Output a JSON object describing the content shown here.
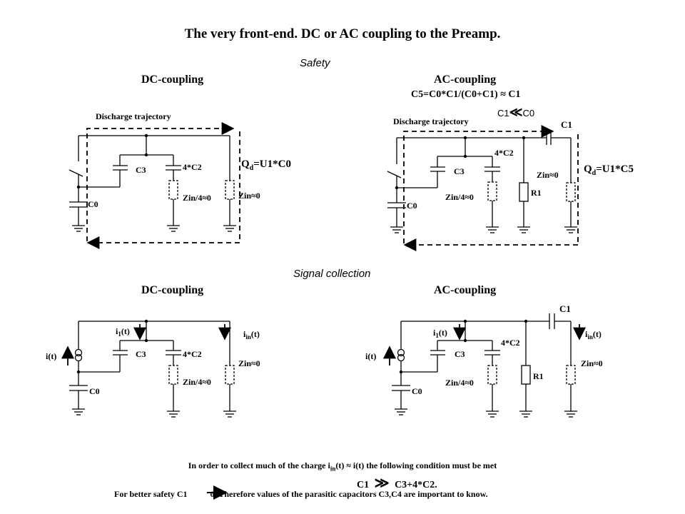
{
  "title": "The very front-end. DC or AC coupling to the Preamp.",
  "sections": {
    "safety": "Safety",
    "signal": "Signal collection"
  },
  "headers": {
    "dc_top": "DC-coupling",
    "ac_top": "AC-coupling",
    "dc_bottom": "DC-coupling",
    "ac_bottom": "AC-coupling"
  },
  "ac_formula": "C5=C0*C1/(C0+C1) ≈ C1",
  "ac_condition": {
    "left": "C1",
    "sym": "≪",
    "right": "C0"
  },
  "discharge_label": "Discharge trajectory",
  "qd": {
    "q": "Q",
    "sub": "d",
    "dc_rest": "=U1*C0",
    "ac_rest": "=U1*C5"
  },
  "labels": {
    "c0": "C0",
    "c1": "C1",
    "c3": "C3",
    "c4": "4*C2",
    "r1": "R1",
    "zin4": "Zin/4≈0",
    "zin": "Zin≈0",
    "it": "i(t)",
    "i1_main": "i",
    "i1_sub": "1",
    "i1_tail": "(t)",
    "iin_main": "i",
    "iin_sub": "in",
    "iin_tail": "(t)"
  },
  "footer": {
    "line1_a": "In order to collect much of the charge i",
    "line1_sub": "in",
    "line1_b": "(t) ≈ i(t)  the following condition must be met",
    "line2_a": "C1",
    "line2_sym": "≫",
    "line2_b": "C3+4*C2.",
    "line3_a": "For better safety C1",
    "line3_b": "0. Therefore  values of the parasitic capacitors C3,C4 are important to know."
  }
}
